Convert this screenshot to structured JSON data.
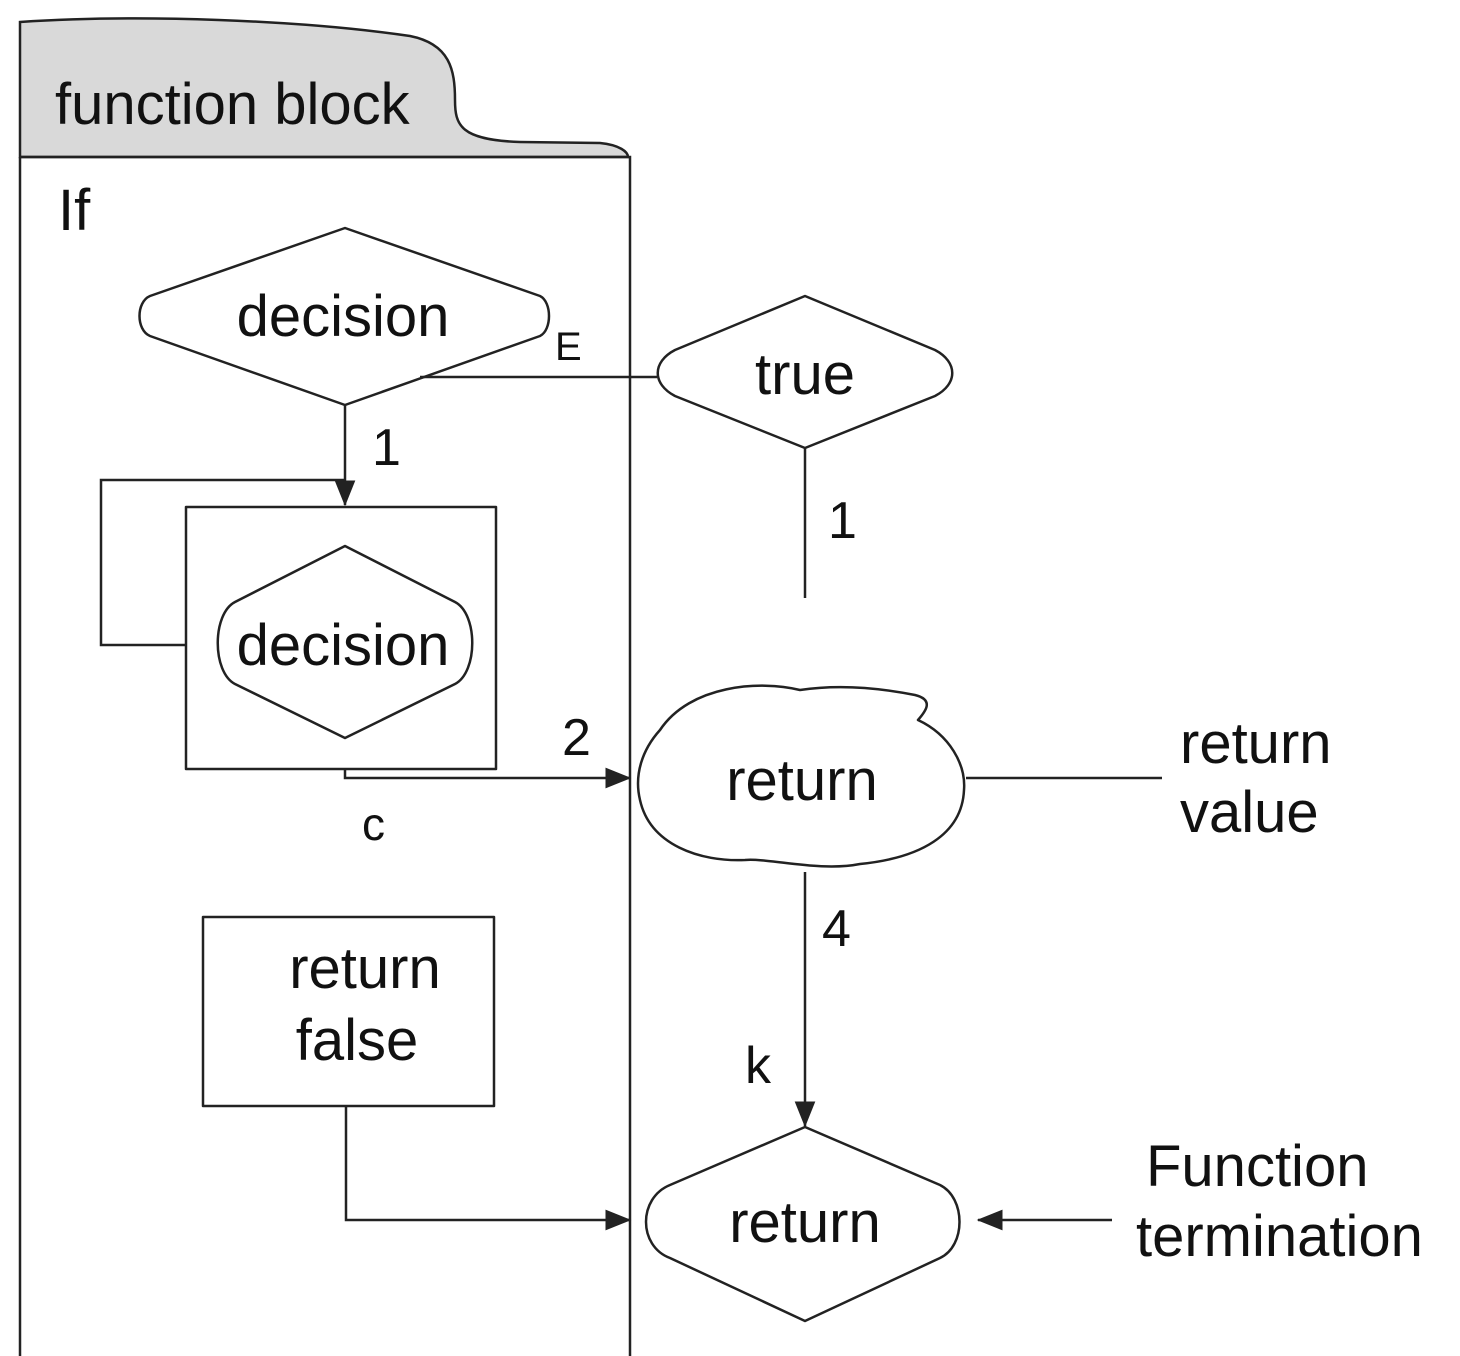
{
  "frame": {
    "tab_label": "function block",
    "tab_fill": "#d9d9d9",
    "section_label": "If"
  },
  "nodes": {
    "decision_top": "decision",
    "decision_inner": "decision",
    "true_node": "true",
    "return_cloud": "return",
    "return_false": [
      "return",
      "false"
    ],
    "return_terminal": "return"
  },
  "edge_labels": {
    "e": "E",
    "one_left": "1",
    "one_right": "1",
    "two": "2",
    "c": "c",
    "four": "4",
    "k": "k"
  },
  "annotations": {
    "return_value": [
      "return",
      "value"
    ],
    "function_termination": [
      "Function",
      "termination"
    ]
  },
  "colors": {
    "stroke": "#222222",
    "background": "#ffffff"
  }
}
